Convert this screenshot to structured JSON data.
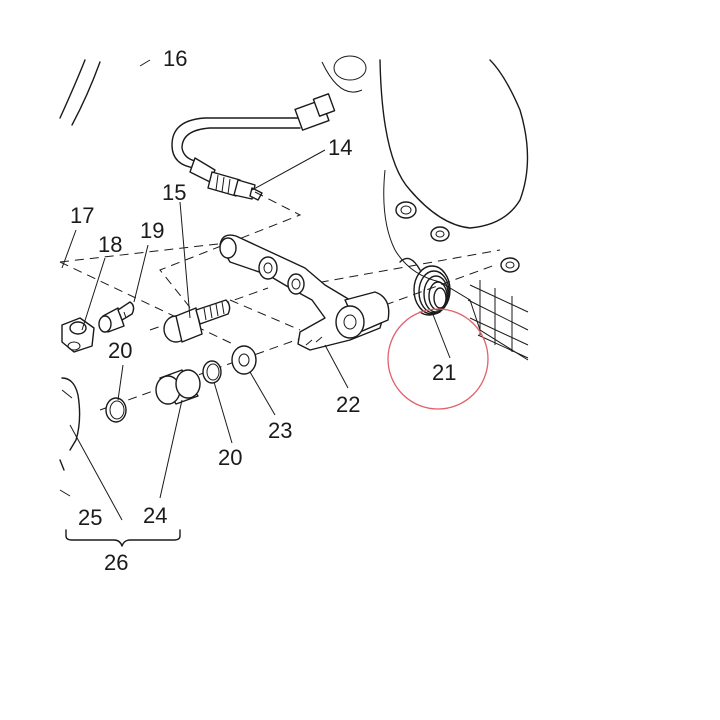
{
  "callouts": {
    "c16": "16",
    "c14": "14",
    "c15": "15",
    "c17": "17",
    "c18": "18",
    "c19": "19",
    "c20a": "20",
    "c20b": "20",
    "c21": "21",
    "c22": "22",
    "c23": "23",
    "c24": "24",
    "c25": "25",
    "c26": "26"
  },
  "highlight": {
    "target": "21",
    "color": "#e0626a"
  }
}
